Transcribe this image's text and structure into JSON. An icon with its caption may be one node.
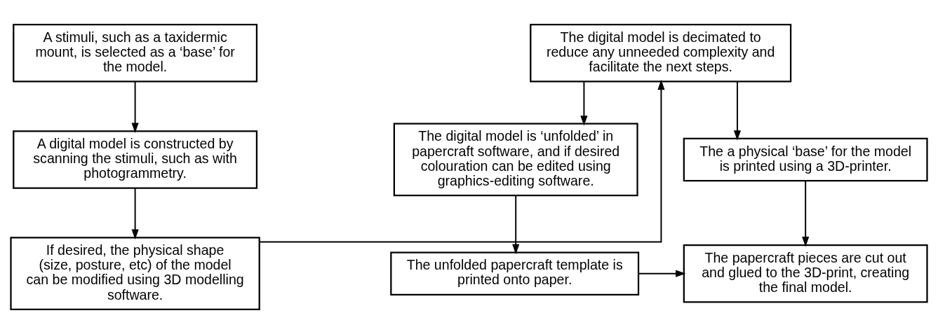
{
  "diagram": {
    "nodes": [
      {
        "text": [
          "A stimuli, such as a taxidermic mount, is selected as a ‘base’ for the model."
        ]
      },
      {
        "text": [
          "A digital model is constructed by scanning the stimuli, such as with photogrammetry."
        ]
      },
      {
        "text": [
          "If desired, the physical shape (size, posture, etc) of the model can be modified using 3D modelling software."
        ]
      },
      {
        "text": [
          "The digital model is decimated to reduce any unneeded complexity and facilitate the next steps."
        ]
      },
      {
        "text": [
          "The digital model is ‘unfolded’ in papercraft software, and if desired colouration can be edited using graphics-editing software."
        ]
      },
      {
        "text": [
          "The unfolded papercraft template is printed onto paper."
        ]
      },
      {
        "text": [
          "The a physical ‘base’ for the model is printed using a 3D-printer."
        ]
      },
      {
        "text": [
          "The papercraft pieces are cut out and glued to the 3D-print, creating the final model."
        ]
      }
    ],
    "edges": [
      {
        "from": 0,
        "to": 1,
        "arrow": "to"
      },
      {
        "from": 1,
        "to": 2,
        "arrow": "to"
      },
      {
        "from": 2,
        "to": 3,
        "arrow": "to"
      },
      {
        "from": 3,
        "to": 4,
        "arrow": "to"
      },
      {
        "from": 4,
        "to": 5,
        "arrow": "to"
      },
      {
        "from": 3,
        "to": 6,
        "arrow": "to"
      },
      {
        "from": 6,
        "to": 7,
        "arrow": "to"
      },
      {
        "from": 5,
        "to": 7,
        "arrow": "to"
      }
    ]
  }
}
